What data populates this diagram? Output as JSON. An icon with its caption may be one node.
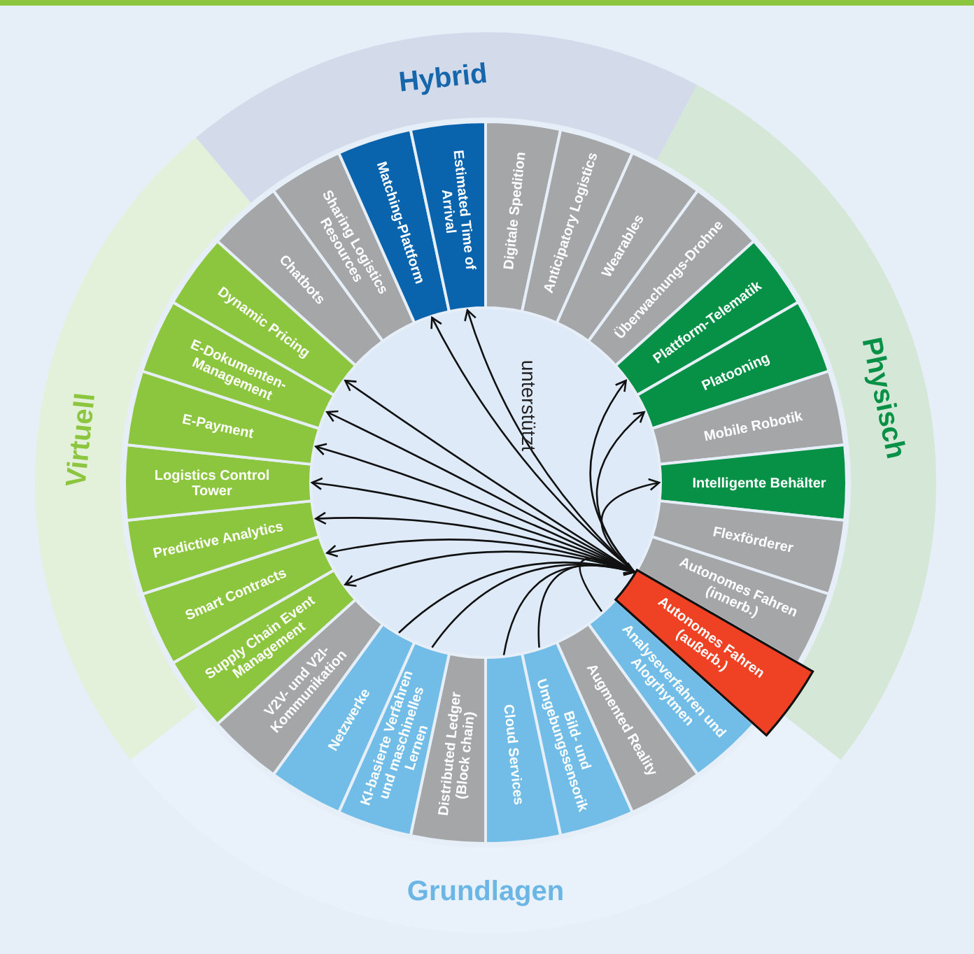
{
  "diagram": {
    "nodes": [
      {
        "text": [
          "Hybrid"
        ]
      },
      {
        "text": [
          "Virtuell"
        ]
      },
      {
        "text": [
          "Physisch"
        ]
      },
      {
        "text": [
          "Grundlagen"
        ]
      },
      {
        "text": [
          "Chatbots"
        ]
      },
      {
        "text": [
          "Sharing Logistics Resources"
        ]
      },
      {
        "text": [
          "Matching-Plattform"
        ]
      },
      {
        "text": [
          "Estimated Time of Arrival"
        ]
      },
      {
        "text": [
          "Digitale Spedition"
        ]
      },
      {
        "text": [
          "Anticipatory Logistics"
        ]
      },
      {
        "text": [
          "Wearables"
        ]
      },
      {
        "text": [
          "Überwachungs-Drohne"
        ]
      },
      {
        "text": [
          "Plattform-Telematik"
        ]
      },
      {
        "text": [
          "Platooning"
        ]
      },
      {
        "text": [
          "Mobile Robotik"
        ]
      },
      {
        "text": [
          "Intelligente Behälter"
        ]
      },
      {
        "text": [
          "Flexförderer"
        ]
      },
      {
        "text": [
          "Autonomes Fahren (innerb.)"
        ]
      },
      {
        "text": [
          "Autonomes Fahren (außerb.)"
        ]
      },
      {
        "text": [
          "Analyseverfahren und Alogrhytmen"
        ]
      },
      {
        "text": [
          "Augmented Reality"
        ]
      },
      {
        "text": [
          "Bild- und Umgebungssensorik"
        ]
      },
      {
        "text": [
          "Cloud Services"
        ]
      },
      {
        "text": [
          "Distributed Ledger (Block chain)"
        ]
      },
      {
        "text": [
          "KI-basierte Verfahren und maschinelles Lernen"
        ]
      },
      {
        "text": [
          "Netzwerke"
        ]
      },
      {
        "text": [
          "V2V- und V2I-Kommunikation"
        ]
      },
      {
        "text": [
          "Supply Chain Event Management"
        ]
      },
      {
        "text": [
          "Smart Contracts"
        ]
      },
      {
        "text": [
          "Predictive Analytics"
        ]
      },
      {
        "text": [
          "Logistics Control Tower"
        ]
      },
      {
        "text": [
          "E-Payment"
        ]
      },
      {
        "text": [
          "E-Dokumenten-Management"
        ]
      },
      {
        "text": [
          "Dynamic Pricing"
        ]
      }
    ],
    "edges": [
      {
        "from": 18,
        "to": 6,
        "arrow": "to"
      },
      {
        "from": 18,
        "to": 7,
        "arrow": "to"
      },
      {
        "from": 18,
        "to": 33,
        "arrow": "to"
      },
      {
        "from": 18,
        "to": 32,
        "arrow": "to"
      },
      {
        "from": 18,
        "to": 31,
        "arrow": "to"
      },
      {
        "from": 18,
        "to": 30,
        "arrow": "to"
      },
      {
        "from": 18,
        "to": 29,
        "arrow": "to"
      },
      {
        "from": 18,
        "to": 28,
        "arrow": "to"
      },
      {
        "from": 18,
        "to": 27,
        "arrow": "to"
      },
      {
        "from": 18,
        "to": 12,
        "arrow": "to"
      },
      {
        "from": 18,
        "to": 13,
        "arrow": "to"
      },
      {
        "from": 18,
        "to": 15,
        "arrow": "to"
      },
      {
        "from": 25,
        "to": 18,
        "arrow": "to"
      },
      {
        "from": 24,
        "to": 18,
        "arrow": "to"
      },
      {
        "from": 22,
        "to": 18,
        "arrow": "to"
      },
      {
        "from": 21,
        "to": 18,
        "arrow": "to"
      },
      {
        "from": 19,
        "to": 18,
        "arrow": "to"
      }
    ],
    "labels": [
      "unterstützt"
    ]
  }
}
